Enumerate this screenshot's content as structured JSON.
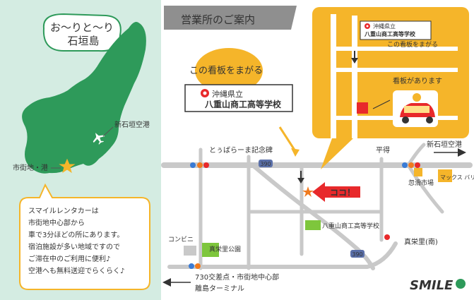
{
  "island": {
    "title_line1": "お～りと～り",
    "title_line2": "石垣島",
    "airport_label": "新石垣空港",
    "city_label": "市街地・港"
  },
  "info_box": {
    "lines": [
      "スマイルレンタカーは",
      "市街地中心部から",
      "車で3分ほどの所にあります。",
      "宿泊施設が多い地域ですので",
      "ご滞在中のご利用に便利♪",
      "空港へも無料送迎でらくらく♪"
    ]
  },
  "map": {
    "header": "営業所のご案内",
    "sign_callout": "この看板をまがる",
    "school_sign_line1": "沖縄県立",
    "school_sign_line2": "八重山商工高等学校",
    "inset_sign_line1": "沖縄県立",
    "inset_sign_line2": "八重山商工高等学校",
    "inset_turn_label": "この看板をまがる",
    "inset_signboard_label": "看板があります",
    "here_label": "ココ！",
    "labels": {
      "monument": "とぅばらーま記念碑",
      "hiraeh": "平得",
      "airport_arrow": "新石垣空港",
      "market": "忽滑市場",
      "max_value": "マックス バリュ",
      "school": "八重山商工高等学校",
      "convenience": "コンビニ",
      "park": "真栄里公園",
      "maezato_south": "真栄里(南)",
      "junction_line1": "730交差点・市街地中心部",
      "junction_line2": "離島ターミナル",
      "route_top": "390",
      "route_bottom": "390"
    }
  },
  "brand": {
    "logo_text": "SMILE"
  },
  "colors": {
    "island_green": "#2e9a5a",
    "mint_bg": "#d4ece2",
    "yellow": "#f5b52a",
    "road_gray": "#c9c9c9",
    "orange_marker": "#f07a1e",
    "red_arrow": "#e8292b",
    "park_green": "#7ec63c"
  }
}
